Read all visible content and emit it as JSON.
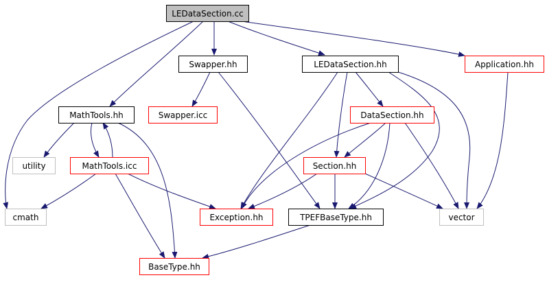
{
  "graph": {
    "nodes": [
      {
        "id": "ledatasection_cc",
        "label": "LEDataSection.cc",
        "kind": "root"
      },
      {
        "id": "swapper_hh",
        "label": "Swapper.hh",
        "kind": "documented"
      },
      {
        "id": "ledatasection_hh",
        "label": "LEDataSection.hh",
        "kind": "documented"
      },
      {
        "id": "application_hh",
        "label": "Application.hh",
        "kind": "truncated"
      },
      {
        "id": "mathtools_hh",
        "label": "MathTools.hh",
        "kind": "documented"
      },
      {
        "id": "swapper_icc",
        "label": "Swapper.icc",
        "kind": "truncated"
      },
      {
        "id": "datasection_hh",
        "label": "DataSection.hh",
        "kind": "truncated"
      },
      {
        "id": "utility",
        "label": "utility",
        "kind": "system"
      },
      {
        "id": "mathtools_icc",
        "label": "MathTools.icc",
        "kind": "truncated"
      },
      {
        "id": "section_hh",
        "label": "Section.hh",
        "kind": "truncated"
      },
      {
        "id": "cmath",
        "label": "cmath",
        "kind": "system"
      },
      {
        "id": "exception_hh",
        "label": "Exception.hh",
        "kind": "truncated"
      },
      {
        "id": "tpefbasetype_hh",
        "label": "TPEFBaseType.hh",
        "kind": "documented"
      },
      {
        "id": "vector",
        "label": "vector",
        "kind": "system"
      },
      {
        "id": "basetype_hh",
        "label": "BaseType.hh",
        "kind": "truncated"
      }
    ],
    "edges": [
      {
        "from": "ledatasection_cc",
        "to": "swapper_hh"
      },
      {
        "from": "ledatasection_cc",
        "to": "ledatasection_hh"
      },
      {
        "from": "ledatasection_cc",
        "to": "application_hh"
      },
      {
        "from": "ledatasection_cc",
        "to": "mathtools_hh"
      },
      {
        "from": "ledatasection_cc",
        "to": "cmath"
      },
      {
        "from": "swapper_hh",
        "to": "swapper_icc"
      },
      {
        "from": "swapper_hh",
        "to": "tpefbasetype_hh"
      },
      {
        "from": "ledatasection_hh",
        "to": "datasection_hh"
      },
      {
        "from": "ledatasection_hh",
        "to": "section_hh"
      },
      {
        "from": "ledatasection_hh",
        "to": "exception_hh"
      },
      {
        "from": "ledatasection_hh",
        "to": "tpefbasetype_hh"
      },
      {
        "from": "ledatasection_hh",
        "to": "vector"
      },
      {
        "from": "application_hh",
        "to": "vector"
      },
      {
        "from": "mathtools_hh",
        "to": "utility"
      },
      {
        "from": "mathtools_hh",
        "to": "mathtools_icc"
      },
      {
        "from": "mathtools_hh",
        "to": "basetype_hh"
      },
      {
        "from": "mathtools_icc",
        "to": "mathtools_hh"
      },
      {
        "from": "mathtools_icc",
        "to": "cmath"
      },
      {
        "from": "mathtools_icc",
        "to": "exception_hh"
      },
      {
        "from": "mathtools_icc",
        "to": "basetype_hh"
      },
      {
        "from": "datasection_hh",
        "to": "section_hh"
      },
      {
        "from": "datasection_hh",
        "to": "exception_hh"
      },
      {
        "from": "datasection_hh",
        "to": "tpefbasetype_hh"
      },
      {
        "from": "datasection_hh",
        "to": "vector"
      },
      {
        "from": "section_hh",
        "to": "exception_hh"
      },
      {
        "from": "section_hh",
        "to": "tpefbasetype_hh"
      },
      {
        "from": "section_hh",
        "to": "vector"
      },
      {
        "from": "tpefbasetype_hh",
        "to": "basetype_hh"
      }
    ],
    "colors": {
      "edge": "#191970",
      "root_fill": "#bfbfbf",
      "documented_border": "#000000",
      "truncated_border": "#ff0000",
      "system_border": "#bfbfbf",
      "text": "#000000",
      "system_text": "#000000"
    }
  }
}
